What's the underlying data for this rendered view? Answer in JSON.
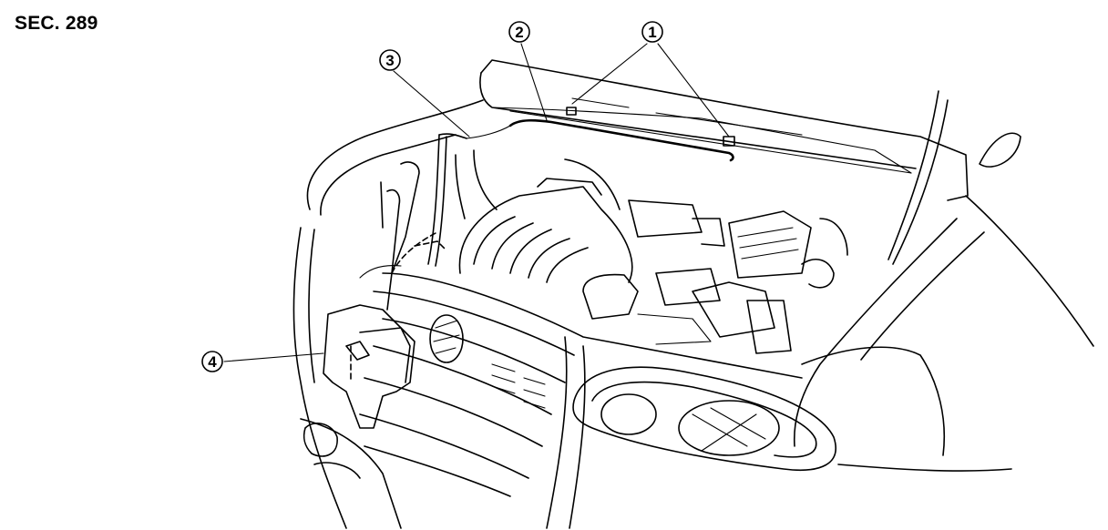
{
  "header": {
    "section_label": "SEC. 289"
  },
  "callouts": [
    {
      "id": "callout-1",
      "label": "1"
    },
    {
      "id": "callout-2",
      "label": "2"
    },
    {
      "id": "callout-3",
      "label": "3"
    },
    {
      "id": "callout-4",
      "label": "4"
    }
  ]
}
